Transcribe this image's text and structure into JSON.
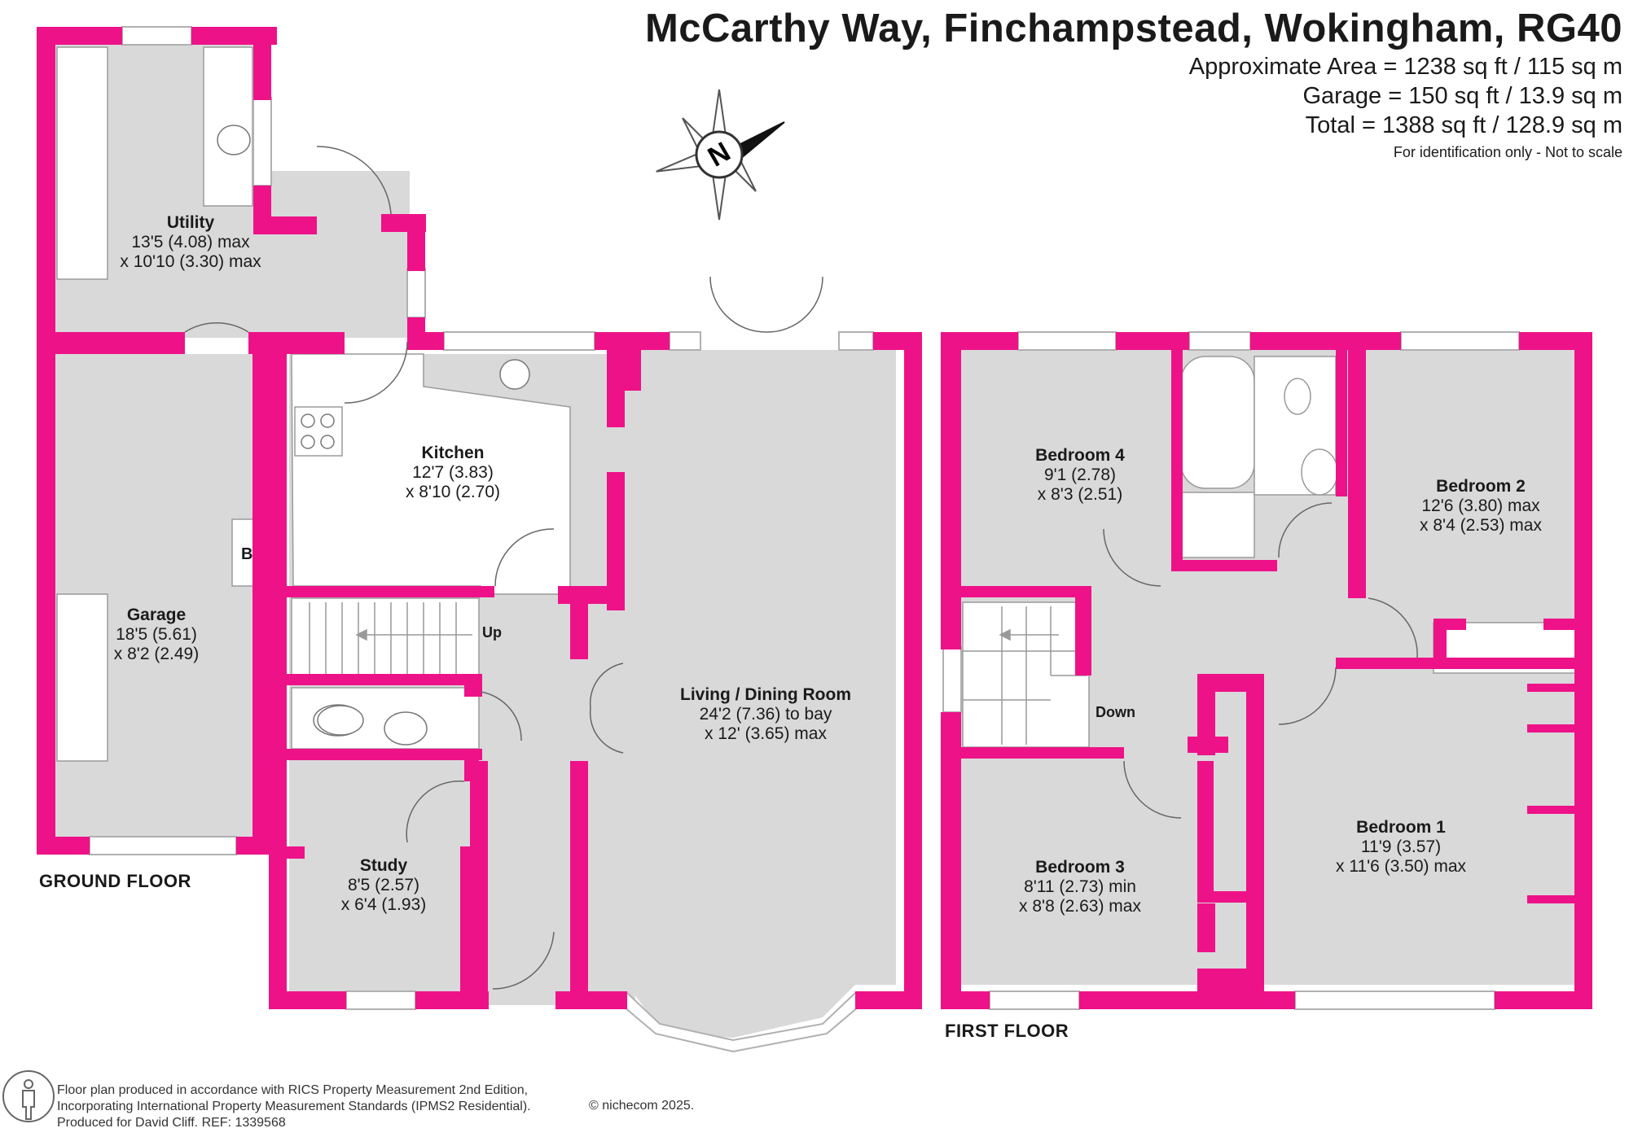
{
  "header": {
    "title": "McCarthy Way, Finchampstead, Wokingham, RG40",
    "areas": [
      "Approximate Area = 1238 sq ft / 115 sq m",
      "Garage = 150 sq ft / 13.9 sq m",
      "Total = 1388 sq ft / 128.9 sq m"
    ],
    "disclaimer": "For identification only - Not to scale"
  },
  "compass": {
    "letter": "N"
  },
  "floors": {
    "ground": "GROUND FLOOR",
    "first": "FIRST FLOOR"
  },
  "rooms": [
    {
      "name": "Utility",
      "dims": [
        "13'5 (4.08) max",
        "x 10'10 (3.30) max"
      ]
    },
    {
      "name": "Kitchen",
      "dims": [
        "12'7 (3.83)",
        "x 8'10 (2.70)"
      ]
    },
    {
      "name": "Garage",
      "dims": [
        "18'5 (5.61)",
        "x 8'2 (2.49)"
      ]
    },
    {
      "name": "Living / Dining Room",
      "dims": [
        "24'2 (7.36) to bay",
        "x 12' (3.65) max"
      ]
    },
    {
      "name": "Study",
      "dims": [
        "8'5 (2.57)",
        "x 6'4 (1.93)"
      ]
    },
    {
      "name": "Bedroom 4",
      "dims": [
        "9'1 (2.78)",
        "x 8'3 (2.51)"
      ]
    },
    {
      "name": "Bedroom 2",
      "dims": [
        "12'6 (3.80) max",
        "x 8'4 (2.53) max"
      ]
    },
    {
      "name": "Bedroom 3",
      "dims": [
        "8'11 (2.73) min",
        "x 8'8 (2.63) max"
      ]
    },
    {
      "name": "Bedroom 1",
      "dims": [
        "11'9 (3.57)",
        "x 11'6 (3.50) max"
      ]
    }
  ],
  "labels": {
    "boiler": "B",
    "stairs_up": "Up",
    "stairs_down": "Down"
  },
  "footer": {
    "lines": [
      "Floor plan produced in accordance with RICS Property Measurement 2nd Edition,",
      "Incorporating International Property Measurement Standards (IPMS2 Residential).",
      "Produced for David Cliff.   REF:  1339568"
    ],
    "copyright": "© nichecom 2025."
  },
  "colors": {
    "wall": "#ee1289",
    "floor": "#d9d9d9",
    "fixture": "#ffffff",
    "line": "#888888"
  }
}
